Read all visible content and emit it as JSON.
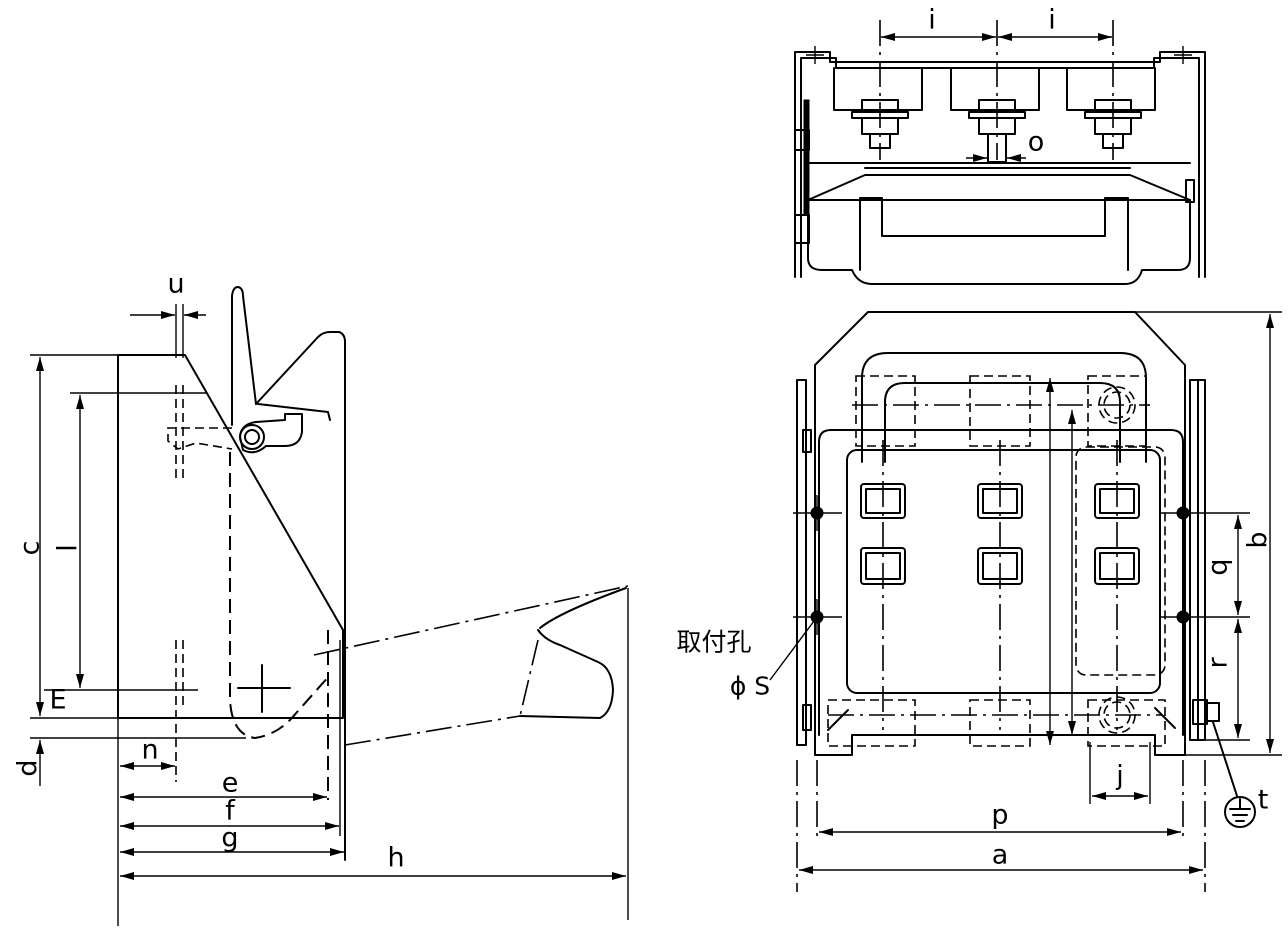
{
  "drawing": {
    "side_view": {
      "u": "u",
      "c": "c",
      "l": "l",
      "E": "E",
      "d": "d",
      "n": "n",
      "e": "e",
      "f": "f",
      "g": "g",
      "h": "h"
    },
    "top_view": {
      "i_left": "i",
      "i_right": "i",
      "o": "o"
    },
    "front_view": {
      "mounting_hole_label": "取付孔",
      "hole_diameter_label": "ϕ S",
      "b": "b",
      "q": "q",
      "r": "r",
      "j": "j",
      "p": "p",
      "a": "a",
      "t": "t",
      "ground_icon": "ground-icon"
    },
    "colors": {
      "line": "#000000",
      "background": "#ffffff"
    }
  }
}
